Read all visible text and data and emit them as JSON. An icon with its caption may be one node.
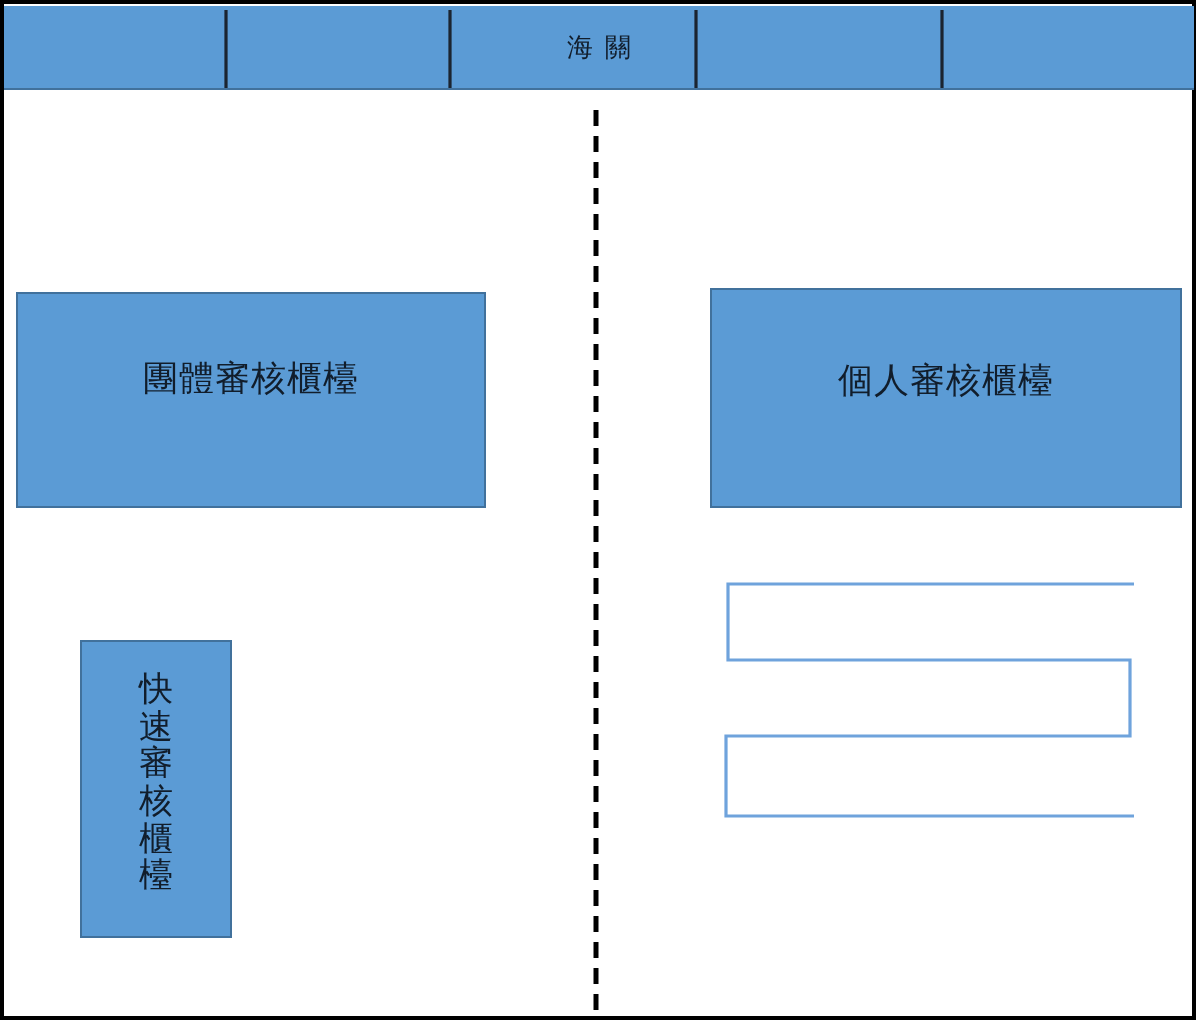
{
  "diagram": {
    "nodes": [
      {
        "text": [
          "海關"
        ]
      },
      {
        "text": [
          "團體審核櫃檯"
        ]
      },
      {
        "text": [
          "個人審核櫃檯"
        ]
      },
      {
        "text": [
          "快速審核櫃檯"
        ]
      }
    ]
  }
}
